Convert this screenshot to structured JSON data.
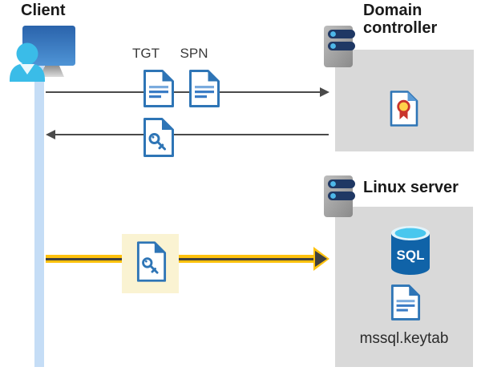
{
  "client": {
    "label": "Client"
  },
  "domain_controller": {
    "title": "Domain controller"
  },
  "linux_server": {
    "title": "Linux server",
    "sql_badge": "SQL",
    "keytab_filename": "mssql.keytab"
  },
  "kerberos_flow": {
    "tgt_label": "TGT",
    "spn_label": "SPN"
  },
  "icons": {
    "client": "user-at-monitor-icon",
    "domain_controller": "server-icon",
    "linux_server": "server-icon",
    "tgt": "document-icon",
    "spn": "document-icon",
    "service_ticket": "key-document-icon",
    "certificate": "certificate-document-icon",
    "database": "sql-database-cylinder-icon",
    "keytab": "document-icon"
  },
  "colors": {
    "doc_blue": "#2E75B6",
    "doc_line_light": "#7AABDE",
    "doc_line_dark": "#3B7CC5",
    "timeline_blue": "#C5DDF6",
    "box_gray": "#D9D9D9",
    "arrow_gray": "#4A4A4A",
    "arrow_yellow": "#FFC20E",
    "highlight_yellow": "#FAF3D2",
    "server_navy": "#1F3864",
    "server_dot_blue": "#4EB8E9",
    "sql_body_blue": "#1063A8",
    "sql_top_cyan": "#49C7EE",
    "cert_gold": "#FFD24A",
    "cert_red": "#C9342C",
    "person_cyan": "#3ABCE8"
  }
}
